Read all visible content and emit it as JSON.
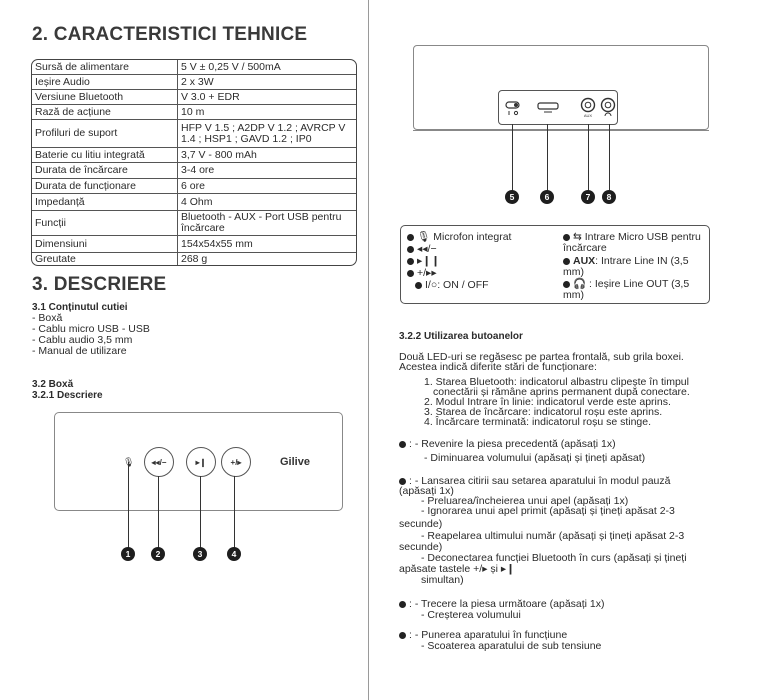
{
  "section2": {
    "title": "2. CARACTERISTICI TEHNICE",
    "specs": [
      {
        "k": "Sursă de alimentare",
        "v": "5 V ± 0,25 V / 500mA"
      },
      {
        "k": "Ieșire Audio",
        "v": "2 x 3W"
      },
      {
        "k": "Versiune Bluetooth",
        "v": "V 3.0 + EDR"
      },
      {
        "k": "Rază de acțiune",
        "v": "10 m"
      },
      {
        "k": "Profiluri de suport",
        "v": "HFP V 1.5 ; A2DP V 1.2 ; AVRCP V 1.4 ; HSP1 ; GAVD 1.2 ; IP0"
      },
      {
        "k": "Baterie cu litiu integrată",
        "v": "3,7 V - 800 mAh"
      },
      {
        "k": "Durata de încărcare",
        "v": "3-4 ore"
      },
      {
        "k": "Durata de funcționare",
        "v": "6 ore"
      },
      {
        "k": "Impedanță",
        "v": "4 Ohm"
      },
      {
        "k": "Funcții",
        "v": "Bluetooth - AUX - Port USB pentru încărcare"
      },
      {
        "k": "Dimensiuni",
        "v": "154x54x55 mm"
      },
      {
        "k": "Greutate",
        "v": "268 g"
      }
    ]
  },
  "section3": {
    "title": "3. DESCRIERE",
    "box_contents_heading": "3.1 Conținutul cutiei",
    "box_contents": [
      "- Boxă",
      "- Cablu micro USB - USB",
      "- Cablu audio 3,5 mm",
      "- Manual de utilizare"
    ],
    "speaker_heading": "3.2 Boxă",
    "description_heading": "3.2.1 Descriere",
    "brand_logo": "Gilive",
    "front_numbers": [
      "1",
      "2",
      "3",
      "4"
    ],
    "back_numbers": [
      "5",
      "6",
      "7",
      "8"
    ]
  },
  "legend": {
    "items": [
      {
        "text": "Microfon integrat"
      },
      {
        "text": "◂◂/−"
      },
      {
        "text": "▸❙❙"
      },
      {
        "text": "+/▸▸"
      },
      {
        "text": ": ON / OFF"
      },
      {
        "text": "Intrare Micro USB pentru încărcare"
      },
      {
        "bold": "AUX",
        "text": ": Intrare Line IN (3,5 mm)"
      },
      {
        "text": ": Ieșire Line OUT (3,5 mm)"
      }
    ]
  },
  "buttons_usage": {
    "heading": "3.2.2 Utilizarea butoanelor",
    "intro_1": "Două LED-uri se regăsesc pe partea frontală, sub grila boxei.",
    "intro_2": "Acestea indică diferite stări de funcționare:",
    "states": [
      "1. Starea Bluetooth: indicatorul albastru clipește în timpul",
      "conectării și rămâne aprins permanent după conectare.",
      "2. Modul Intrare în linie: indicatorul verde este aprins.",
      "3. Starea de încărcare: indicatorul roșu este aprins.",
      "4. Încărcare terminată: indicatorul roșu se stinge."
    ],
    "b2_line1": ": - Revenire la piesa precedentă (apăsați 1x)",
    "b2_line2": "- Diminuarea volumului (apăsați și țineți apăsat)",
    "b3_line1": ": - Lansarea citirii sau setarea aparatului în modul pauză",
    "b3_line2": "(apăsați 1x)",
    "b3_line3": "- Preluarea/încheierea unui apel (apăsați 1x)",
    "b3_line4": "- Ignorarea unui apel primit (apăsați și țineți apăsat 2-3",
    "b3_line5": "secunde)",
    "b3_line6": "- Reapelarea ultimului număr (apăsați și țineți apăsat 2-3",
    "b3_line7": "secunde)",
    "b3_line8": "- Deconectarea funcției Bluetooth în curs (apăsați și țineți",
    "b3_line9a": "apăsate tastele",
    "b3_line9b": "și",
    "b3_line10": "simultan)",
    "b4_line1": ": - Trecere la piesa următoare (apăsați 1x)",
    "b4_line2": "- Creșterea volumului",
    "b5_line1": ": - Punerea aparatului în funcțiune",
    "b5_line2": "- Scoaterea aparatului de sub tensiune"
  }
}
